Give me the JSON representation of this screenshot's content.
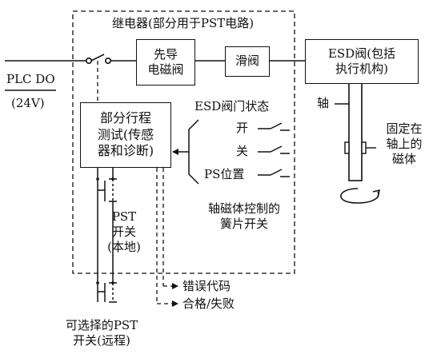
{
  "relay_group": {
    "title": "继电器(部分用于PST电路)"
  },
  "plc": {
    "label": "PLC DO",
    "voltage": "(24V)"
  },
  "pilot_valve": {
    "line1": "先导",
    "line2": "电磁阀"
  },
  "spool_valve": {
    "label": "滑阀"
  },
  "esd_valve": {
    "line1": "ESD阀(包括",
    "line2": "执行机构)"
  },
  "pst_box": {
    "line1": "部分行程",
    "line2": "测试(传感",
    "line3": "器和诊断)"
  },
  "esd_status": {
    "title": "ESD阀门状态",
    "items": [
      "开",
      "关",
      "PS位置"
    ]
  },
  "reed_note": {
    "line1": "轴磁体控制的",
    "line2": "簧片开关"
  },
  "shaft": {
    "label": "轴"
  },
  "magnet": {
    "line1": "固定在",
    "line2": "轴上的",
    "line3": "磁体"
  },
  "pst_local": {
    "line1": "PST",
    "line2": "开关",
    "line3": "(本地)"
  },
  "pst_remote": {
    "line1": "可选择的PST",
    "line2": "开关(远程)"
  },
  "outputs": {
    "error_code": "错误代码",
    "pass_fail": "合格/失败"
  }
}
